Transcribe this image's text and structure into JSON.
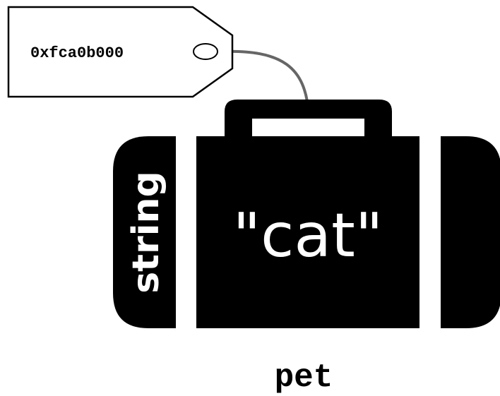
{
  "tag": {
    "address": "0xfca0b000"
  },
  "suitcase": {
    "type_label": "string",
    "value": "\"cat\""
  },
  "variable": {
    "name": "pet"
  },
  "colors": {
    "ink": "#000000",
    "paper": "#ffffff",
    "string_line": "#666666"
  },
  "icons": {
    "tag": "luggage-tag-icon",
    "suitcase": "suitcase-icon"
  }
}
